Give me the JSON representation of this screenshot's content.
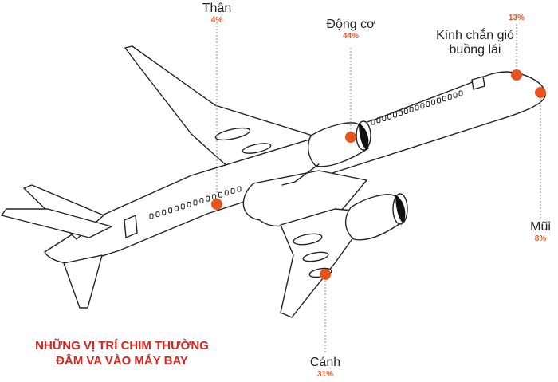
{
  "title": {
    "line1": "NHỮNG VỊ TRÍ CHIM THƯỜNG",
    "line2": "ĐÂM VA VÀO MÁY BAY"
  },
  "colors": {
    "accent": "#e8541e",
    "title": "#d8261e",
    "leader": "#8a8a8a",
    "outline": "#222222"
  },
  "labels": {
    "than": {
      "name": "Thân",
      "pct": "4%"
    },
    "dongco": {
      "name": "Động cơ",
      "pct": "44%"
    },
    "kinh": {
      "line1": "Kính chắn gió",
      "line2": "buồng lái",
      "pct": "13%"
    },
    "mui": {
      "name": "Mũi",
      "pct": "8%"
    },
    "canh": {
      "name": "Cánh",
      "pct": "31%"
    }
  }
}
